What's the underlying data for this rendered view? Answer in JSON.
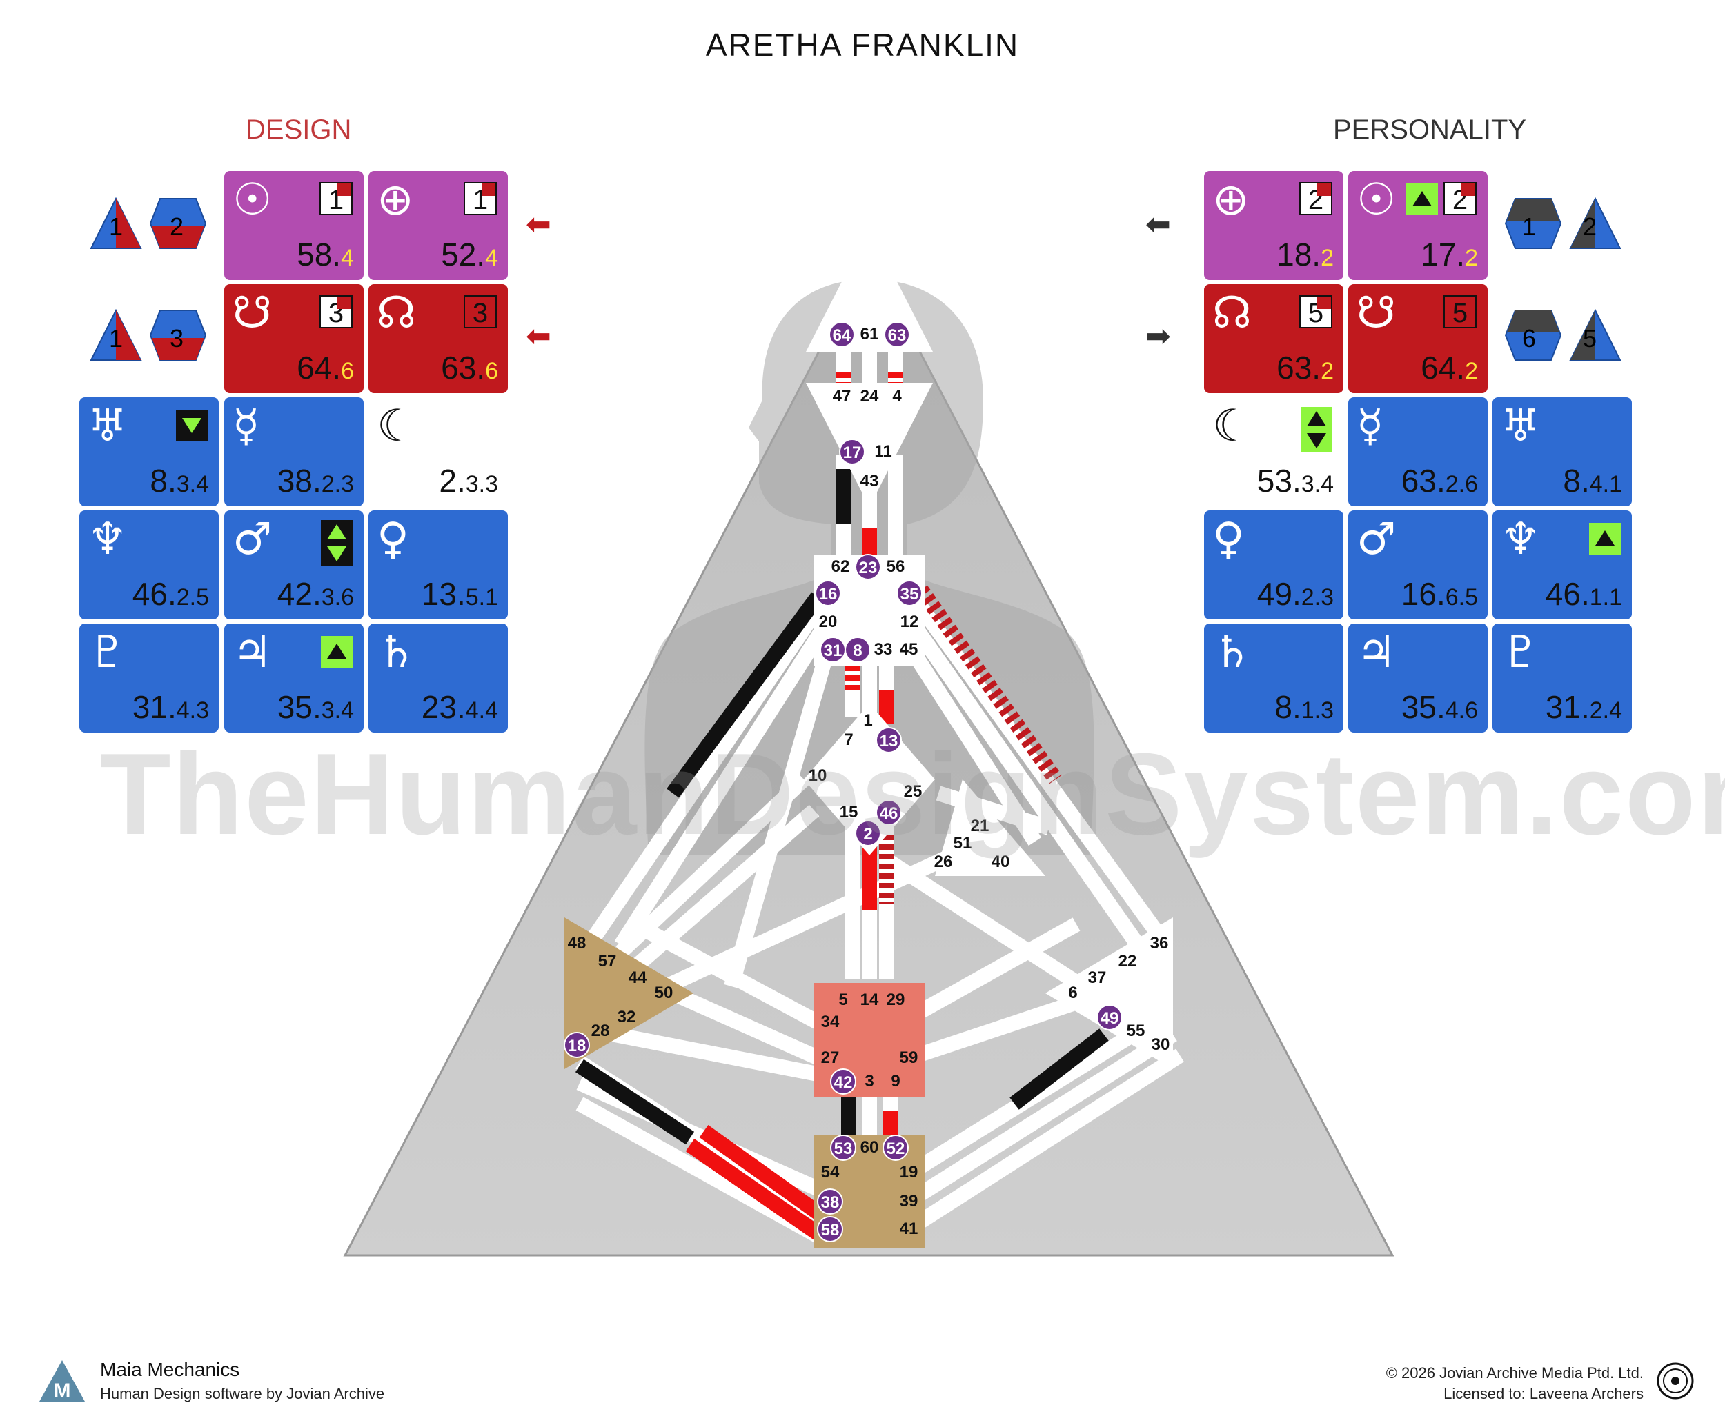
{
  "title": "ARETHA FRANKLIN",
  "design_label": "DESIGN",
  "personality_label": "PERSONALITY",
  "watermark": "TheHumanDesignSystem.com",
  "colors": {
    "design_red": "#c0191e",
    "personality_dark": "#333333",
    "magenta": "#b24cb0",
    "blue": "#2e6bd2",
    "yellow": "#ffe23a",
    "green": "#8ef53e"
  },
  "design": {
    "sun": {
      "icon": "sun-icon",
      "line": "1",
      "gate": "58.",
      "sub": "4"
    },
    "earth": {
      "icon": "earth-icon",
      "line": "1",
      "gate": "52.",
      "sub": "4"
    },
    "south_node": {
      "icon": "south-node-icon",
      "line": "3",
      "gate": "64.",
      "sub": "6"
    },
    "north_node": {
      "icon": "north-node-icon",
      "line": "3",
      "gate": "63.",
      "sub": "6"
    },
    "uranus": {
      "icon": "uranus-icon",
      "gate": "8.",
      "sub": "3.4"
    },
    "mercury": {
      "icon": "mercury-icon",
      "gate": "38.",
      "sub": "2.3"
    },
    "moon": {
      "icon": "moon-icon",
      "gate": "2.",
      "sub": "3.3"
    },
    "neptune": {
      "icon": "neptune-icon",
      "gate": "46.",
      "sub": "2.5"
    },
    "mars": {
      "icon": "mars-icon",
      "gate": "42.",
      "sub": "3.6"
    },
    "venus": {
      "icon": "venus-icon",
      "gate": "13.",
      "sub": "5.1"
    },
    "pluto": {
      "icon": "pluto-icon",
      "gate": "31.",
      "sub": "4.3"
    },
    "jupiter": {
      "icon": "jupiter-icon",
      "gate": "35.",
      "sub": "3.4"
    },
    "saturn": {
      "icon": "saturn-icon",
      "gate": "23.",
      "sub": "4.4"
    },
    "variables": {
      "top_tri": "1",
      "top_hex": "2",
      "bottom_tri": "1",
      "bottom_hex": "3"
    }
  },
  "personality": {
    "earth": {
      "icon": "earth-icon",
      "line": "2",
      "gate": "18.",
      "sub": "2"
    },
    "sun": {
      "icon": "sun-icon",
      "line": "2",
      "gate": "17.",
      "sub": "2"
    },
    "north_node": {
      "icon": "north-node-icon",
      "line": "5",
      "gate": "63.",
      "sub": "2"
    },
    "south_node": {
      "icon": "south-node-icon",
      "line": "5",
      "gate": "64.",
      "sub": "2"
    },
    "moon": {
      "icon": "moon-icon",
      "gate": "53.",
      "sub": "3.4"
    },
    "mercury": {
      "icon": "mercury-icon",
      "gate": "63.",
      "sub": "2.6"
    },
    "uranus": {
      "icon": "uranus-icon",
      "gate": "8.",
      "sub": "4.1"
    },
    "venus": {
      "icon": "venus-icon",
      "gate": "49.",
      "sub": "2.3"
    },
    "mars": {
      "icon": "mars-icon",
      "gate": "16.",
      "sub": "6.5"
    },
    "neptune": {
      "icon": "neptune-icon",
      "gate": "46.",
      "sub": "1.1"
    },
    "saturn": {
      "icon": "saturn-icon",
      "gate": "8.",
      "sub": "1.3"
    },
    "jupiter": {
      "icon": "jupiter-icon",
      "gate": "35.",
      "sub": "4.6"
    },
    "pluto": {
      "icon": "pluto-icon",
      "gate": "31.",
      "sub": "2.4"
    },
    "variables": {
      "top_hex": "1",
      "top_tri": "2",
      "bottom_hex": "6",
      "bottom_tri": "5"
    }
  },
  "gates": {
    "head": [
      "64",
      "61",
      "63"
    ],
    "ajna": [
      "47",
      "24",
      "4",
      "17",
      "11",
      "43"
    ],
    "throat": [
      "62",
      "23",
      "56",
      "16",
      "35",
      "20",
      "12",
      "31",
      "8",
      "33",
      "45"
    ],
    "g": [
      "1",
      "7",
      "13",
      "10",
      "25",
      "15",
      "46",
      "2"
    ],
    "ego": [
      "21",
      "51",
      "26",
      "40"
    ],
    "spleen": [
      "48",
      "57",
      "44",
      "50",
      "32",
      "28",
      "18"
    ],
    "solar_plexus": [
      "36",
      "22",
      "37",
      "6",
      "49",
      "55",
      "30"
    ],
    "sacral": [
      "5",
      "14",
      "29",
      "34",
      "27",
      "59",
      "42",
      "3",
      "9"
    ],
    "root": [
      "53",
      "60",
      "52",
      "54",
      "19",
      "38",
      "39",
      "58",
      "41"
    ]
  },
  "footer": {
    "brand": "Maia Mechanics",
    "subtitle": "Human Design software by Jovian Archive",
    "copyright": "© 2026 Jovian Archive Media Ptd. Ltd.",
    "license": "Licensed to: Laveena Archers"
  }
}
